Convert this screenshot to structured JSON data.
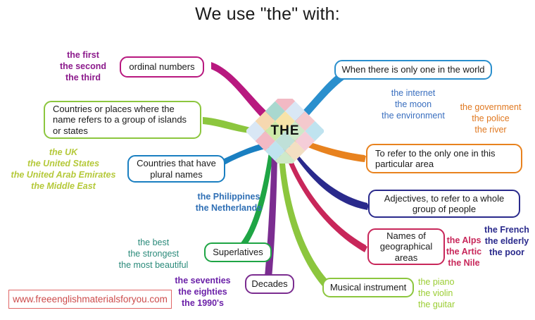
{
  "title": "We use \"the\" with:",
  "center": {
    "label": "THE"
  },
  "footer": {
    "url": "www.freeenglishmaterialsforyou.com"
  },
  "nodes": {
    "ordinal_numbers": {
      "label": "ordinal numbers",
      "color": "#b8187f"
    },
    "countries_islands": {
      "label": "Countries or places where the name refers to a group of islands or states",
      "color": "#8cc63e"
    },
    "countries_plural": {
      "label": "Countries that have plural names",
      "color": "#1a7fc1"
    },
    "superlatives": {
      "label": "Superlatives",
      "color": "#1fa545"
    },
    "decades": {
      "label": "Decades",
      "color": "#7b2d90"
    },
    "only_one_world": {
      "label": "When there is only one in the world",
      "color": "#2a8fcd"
    },
    "particular_area": {
      "label": "To refer to the only one in this particular area",
      "color": "#e8821e"
    },
    "adjectives_group": {
      "label": "Adjectives, to refer to a whole group of people",
      "color": "#2a2a8c"
    },
    "geographical_areas": {
      "label": "Names of geographical areas",
      "color": "#c8275a"
    },
    "musical_instrument": {
      "label": "Musical instrument",
      "color": "#8cc63e"
    }
  },
  "examples": {
    "ordinal": {
      "lines": "the first\nthe second\nthe third",
      "color": "#8c1a8c"
    },
    "islands": {
      "lines": "the UK\nthe United States\nthe United Arab Emirates\nthe Middle East",
      "color": "#b5c93a"
    },
    "plural": {
      "lines": "the Philippines\nthe Netherlands",
      "color": "#2f6fb5"
    },
    "superlatives": {
      "lines": "the best\nthe strongest\nthe most beautiful",
      "color": "#2a8a7a"
    },
    "decades": {
      "lines": "the seventies\nthe eighties\nthe 1990's",
      "color": "#6b21a8"
    },
    "world": {
      "lines": "the internet\nthe moon\nthe environment",
      "color": "#3a6fbf"
    },
    "area": {
      "lines": "the government\nthe police\nthe river",
      "color": "#e07820"
    },
    "people": {
      "lines": "the French\nthe elderly\nthe poor",
      "color": "#2a2a8c"
    },
    "geographical": {
      "lines": "the Alps\nthe Artic\nthe Nile",
      "color": "#c8275a"
    },
    "instruments": {
      "lines": "the piano\nthe violin\nthe guitar",
      "color": "#9acd32"
    }
  },
  "center_palette": [
    "#f4c9cd",
    "#f6d8b0",
    "#cfe9c9",
    "#bfe3ef",
    "#f2b9c4",
    "#cde9a8",
    "#a9d8cf",
    "#f7e3a8",
    "#d9e7f5",
    "#f5cdd8",
    "#bfe0d8",
    "#f3dfc2"
  ]
}
